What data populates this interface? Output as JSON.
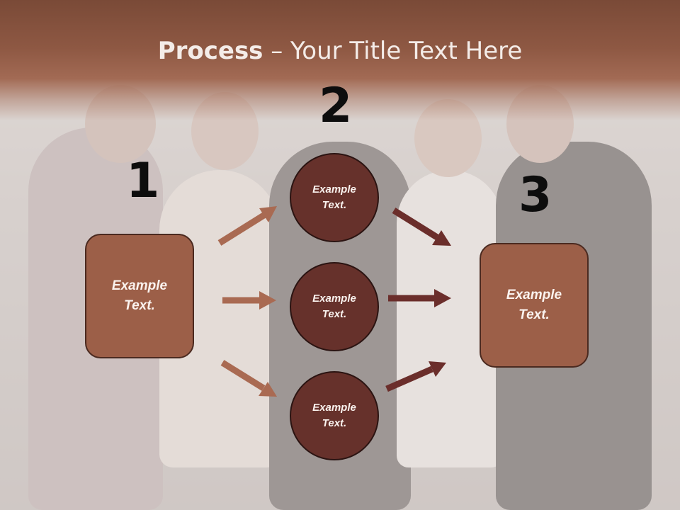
{
  "title": {
    "bold": "Process",
    "rest": " – Your Title Text Here"
  },
  "steps": {
    "one": "1",
    "two": "2",
    "three": "3"
  },
  "left_box": {
    "text": "Example Text."
  },
  "right_box": {
    "text": "Example Text."
  },
  "circles": [
    {
      "text": "Example Text."
    },
    {
      "text": "Example Text."
    },
    {
      "text": "Example Text."
    }
  ],
  "colors": {
    "title_band": "#8e5843",
    "box_fill": "#9c5f48",
    "circle_fill": "#66312b",
    "left_arrows": "#a96a52",
    "right_arrows": "#6b2e2b"
  },
  "icons": [
    "arrow-right-up",
    "arrow-right",
    "arrow-right-down"
  ]
}
